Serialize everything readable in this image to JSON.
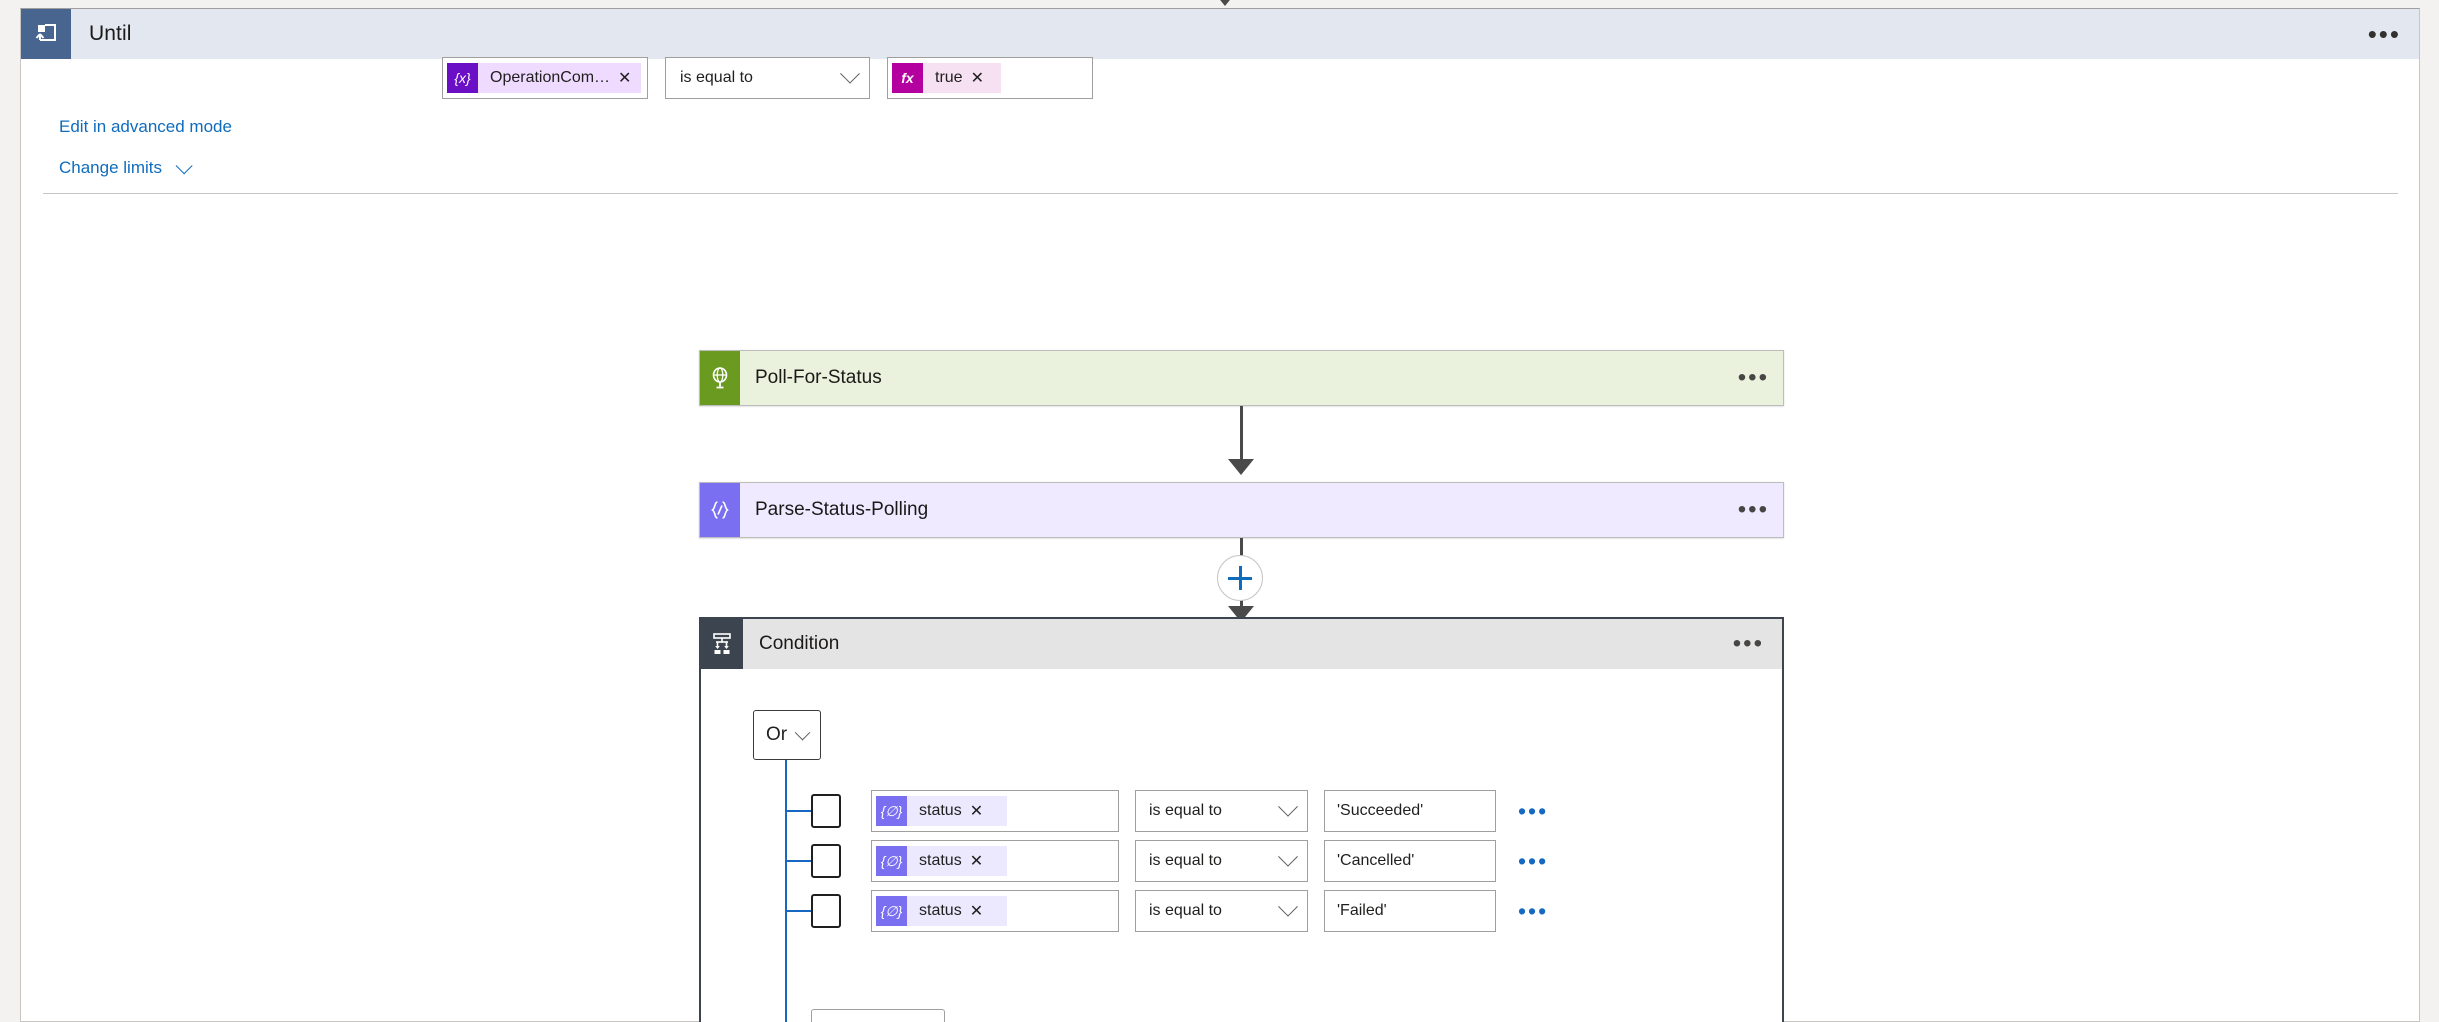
{
  "scope": {
    "title": "Until",
    "icon": "until-loop-icon",
    "menu_label": "•••",
    "condition": {
      "left_token": {
        "icon": "variable-token-icon",
        "label": "OperationCom…",
        "remove_label": "✕"
      },
      "operator": "is equal to",
      "right_token": {
        "icon": "expression-function-icon",
        "label": "true",
        "remove_label": "✕"
      }
    },
    "links": {
      "advanced": "Edit in advanced mode",
      "change_limits": "Change limits"
    }
  },
  "actions": [
    {
      "title": "Poll-For-Status",
      "icon": "http-globe-icon",
      "menu_label": "•••"
    },
    {
      "title": "Parse-Status-Polling",
      "icon": "parse-json-icon",
      "menu_label": "•••"
    }
  ],
  "insert_button": {
    "label": "add-step",
    "icon": "plus-icon"
  },
  "condition_card": {
    "title": "Condition",
    "icon": "condition-branch-icon",
    "menu_label": "•••",
    "logical_operator": "Or",
    "rows": [
      {
        "token": {
          "icon": "parse-json-token-icon",
          "label": "status",
          "remove_label": "✕"
        },
        "operator": "is equal to",
        "value": "'Succeeded'",
        "menu_label": "•••"
      },
      {
        "token": {
          "icon": "parse-json-token-icon",
          "label": "status",
          "remove_label": "✕"
        },
        "operator": "is equal to",
        "value": "'Cancelled'",
        "menu_label": "•••"
      },
      {
        "token": {
          "icon": "parse-json-token-icon",
          "label": "status",
          "remove_label": "✕"
        },
        "operator": "is equal to",
        "value": "'Failed'",
        "menu_label": "•••"
      }
    ]
  },
  "colors": {
    "scope_header": "#e3e7ef",
    "scope_badge": "#47658f",
    "http_badge": "#6a9a1f",
    "http_body": "#eaf2dd",
    "json_badge": "#7a6ff0",
    "json_body": "#efeaff",
    "condition_badge": "#3b444f",
    "condition_body": "#e4e4e4",
    "link_blue": "#0f6cbd",
    "tree_blue": "#1668c1",
    "variable_chip": "#6b0fc7",
    "expression_chip": "#b4009e"
  }
}
